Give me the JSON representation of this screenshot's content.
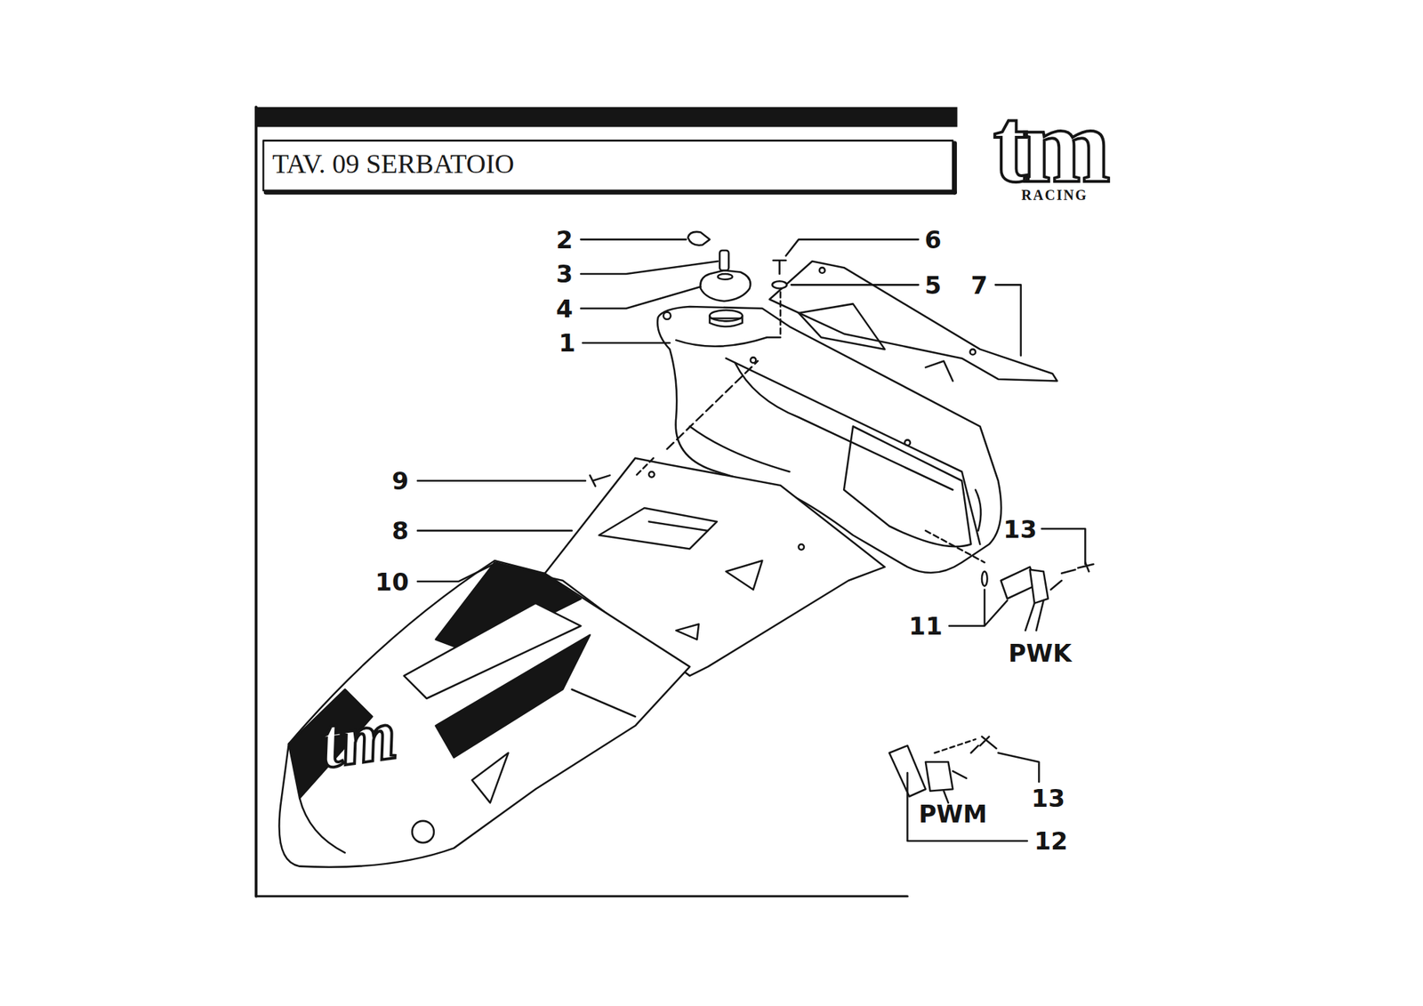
{
  "diagram": {
    "title": "TAV. 09 SERBATOIO",
    "labels": [
      "tm",
      "RACING",
      "2",
      "3",
      "4",
      "1",
      "6",
      "5",
      "7",
      "9",
      "8",
      "10",
      "13",
      "11",
      "PWK",
      "tm",
      "13",
      "PWM",
      "12"
    ]
  }
}
